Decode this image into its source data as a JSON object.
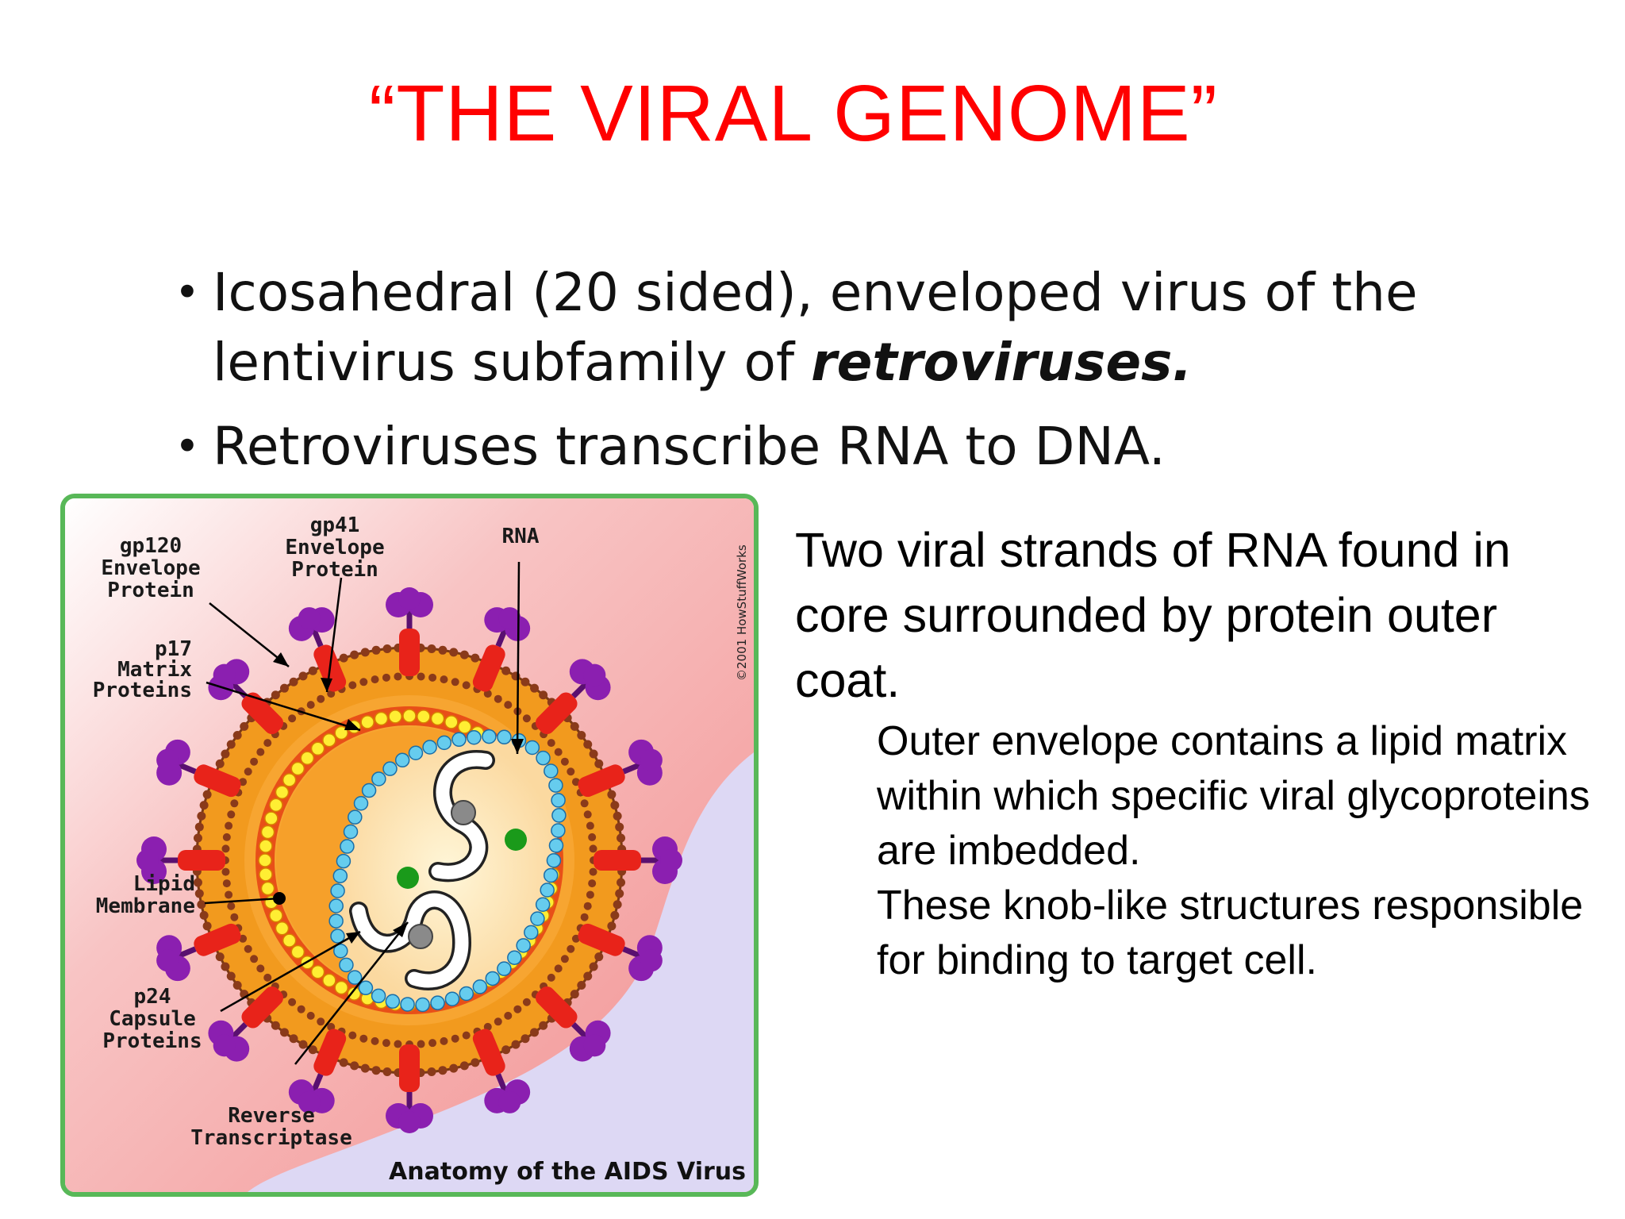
{
  "slide": {
    "title": "“THE VIRAL GENOME”",
    "bullets": [
      {
        "text": "Icosahedral (20 sided), enveloped virus of the lentivirus subfamily of ",
        "emphasis": "retroviruses."
      },
      {
        "text": "Retroviruses transcribe RNA to DNA.",
        "emphasis": ""
      }
    ],
    "bullet_glyph": "•",
    "side_text": "Two viral strands of RNA found in core surrounded by protein outer coat.",
    "sub_text_1": "Outer envelope contains a lipid matrix within which specific viral glycoproteins are imbedded.",
    "sub_text_2": "These knob-like structures responsible for binding to target cell."
  },
  "figure": {
    "caption": "Anatomy of the AIDS Virus",
    "copyright": "©2001 HowStuffWorks",
    "labels": {
      "gp120": [
        "gp120",
        "Envelope",
        "Protein"
      ],
      "gp41": [
        "gp41",
        "Envelope",
        "Protein"
      ],
      "rna": [
        "RNA"
      ],
      "p17": [
        "p17",
        "Matrix",
        "Proteins"
      ],
      "lipid": [
        "Lipid",
        "Membrane"
      ],
      "p24": [
        "p24",
        "Capsule",
        "Proteins"
      ],
      "rt": [
        "Reverse",
        "Transcriptase"
      ]
    },
    "colors": {
      "background_pink": "#f4a0a0",
      "background_lavender": "#ddd8f4",
      "envelope_orange": "#f29a1e",
      "matrix_yellow": "#ffee33",
      "capsid_cyan": "#66ccee",
      "knob_purple": "#8b1fb0",
      "stem_red": "#e8231a",
      "enzyme_green": "#1a9a1a"
    }
  }
}
